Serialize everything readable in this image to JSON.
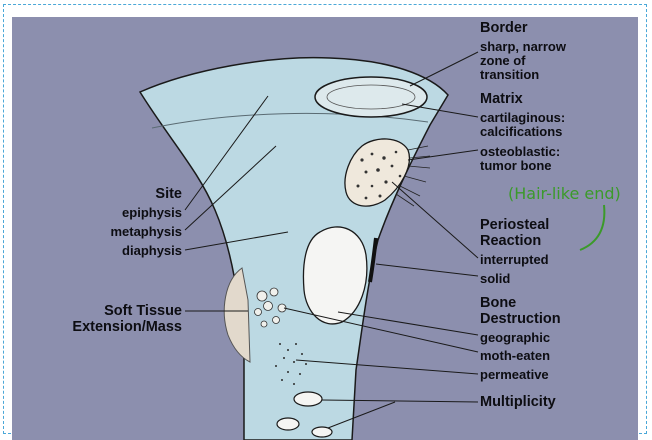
{
  "labels": {
    "border": {
      "heading": "Border",
      "line1": "sharp, narrow",
      "line2": "zone of",
      "line3": "transition"
    },
    "matrix": {
      "heading": "Matrix",
      "line1": "cartilaginous:",
      "line2": "calcifications",
      "line3": "osteoblastic:",
      "line4": "tumor bone"
    },
    "periosteal": {
      "heading1": "Periosteal",
      "heading2": "Reaction",
      "item1": "interrupted",
      "item2": "solid"
    },
    "destruction": {
      "heading1": "Bone",
      "heading2": "Destruction",
      "item1": "geographic",
      "item2": "moth-eaten",
      "item3": "permeative"
    },
    "multiplicity": {
      "heading": "Multiplicity"
    },
    "site": {
      "heading": "Site",
      "item1": "epiphysis",
      "item2": "metaphysis",
      "item3": "diaphysis"
    },
    "soft_tissue": {
      "line1": "Soft Tissue",
      "line2": "Extension/Mass"
    }
  },
  "annotation": {
    "text": "(Hair-like end)"
  },
  "colors": {
    "background": "#8c8fae",
    "bone": "#bcd9e3",
    "annotation": "#3b9a2a",
    "frame": "#4aa8d8"
  }
}
